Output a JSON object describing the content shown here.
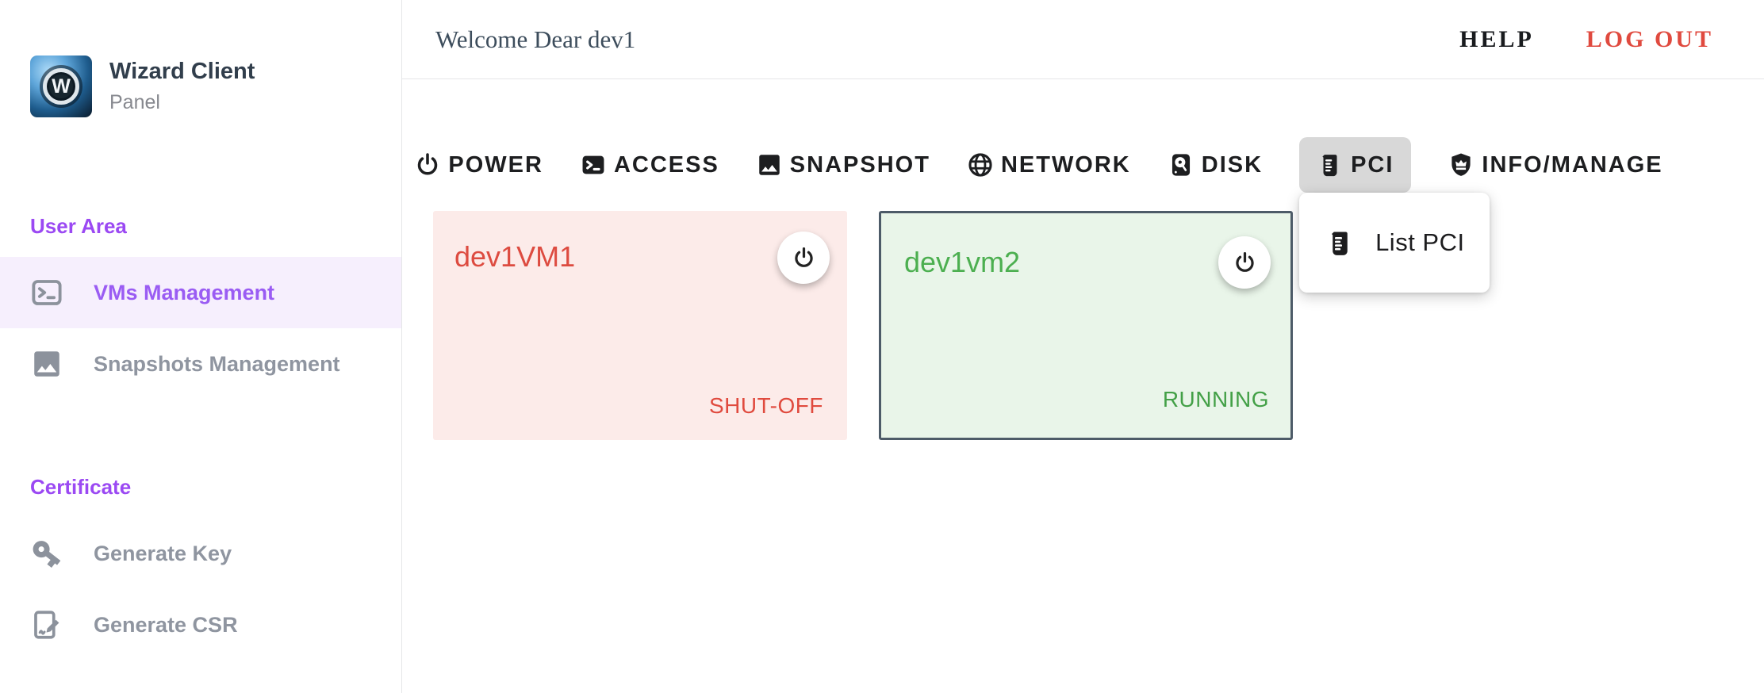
{
  "brand": {
    "name": "Wizard Client",
    "subtitle": "Panel",
    "logo_letter": "W"
  },
  "header": {
    "welcome": "Welcome Dear dev1",
    "help_label": "HELP",
    "logout_label": "LOG OUT"
  },
  "sidebar": {
    "sections": [
      {
        "label": "User Area",
        "items": [
          {
            "label": "VMs Management",
            "icon": "terminal-icon",
            "active": true
          },
          {
            "label": "Snapshots Management",
            "icon": "image-icon",
            "active": false
          }
        ]
      },
      {
        "label": "Certificate",
        "items": [
          {
            "label": "Generate Key",
            "icon": "key-icon",
            "active": false
          },
          {
            "label": "Generate CSR",
            "icon": "document-edit-icon",
            "active": false
          }
        ]
      }
    ]
  },
  "toolbar": {
    "items": [
      {
        "label": "POWER",
        "icon": "power-icon",
        "active": false
      },
      {
        "label": "ACCESS",
        "icon": "terminal-icon",
        "active": false
      },
      {
        "label": "SNAPSHOT",
        "icon": "image-icon",
        "active": false
      },
      {
        "label": "NETWORK",
        "icon": "globe-icon",
        "active": false
      },
      {
        "label": "DISK",
        "icon": "disk-icon",
        "active": false
      },
      {
        "label": "PCI",
        "icon": "beaker-icon",
        "active": true
      },
      {
        "label": "INFO/MANAGE",
        "icon": "shield-crown-icon",
        "active": false
      }
    ]
  },
  "pci_menu": {
    "items": [
      {
        "label": "List PCI",
        "icon": "beaker-icon"
      }
    ]
  },
  "vms": [
    {
      "name": "dev1VM1",
      "status": "SHUT-OFF",
      "state": "shut-off",
      "selected": false
    },
    {
      "name": "dev1vm2",
      "status": "RUNNING",
      "state": "running",
      "selected": true
    }
  ],
  "colors": {
    "accent_purple": "#9a4ff2",
    "sidebar_active_bg": "#f6effd",
    "muted_gray": "#8f95a0",
    "logout_red": "#e04a3f",
    "toolbar_active_bg": "#d8d8d8",
    "vm_off_bg": "#fcebe9",
    "vm_off_text": "#dd4b40",
    "vm_running_bg": "#e9f5e9",
    "vm_running_text": "#4caf50",
    "vm_selected_border": "#4d5b68"
  }
}
